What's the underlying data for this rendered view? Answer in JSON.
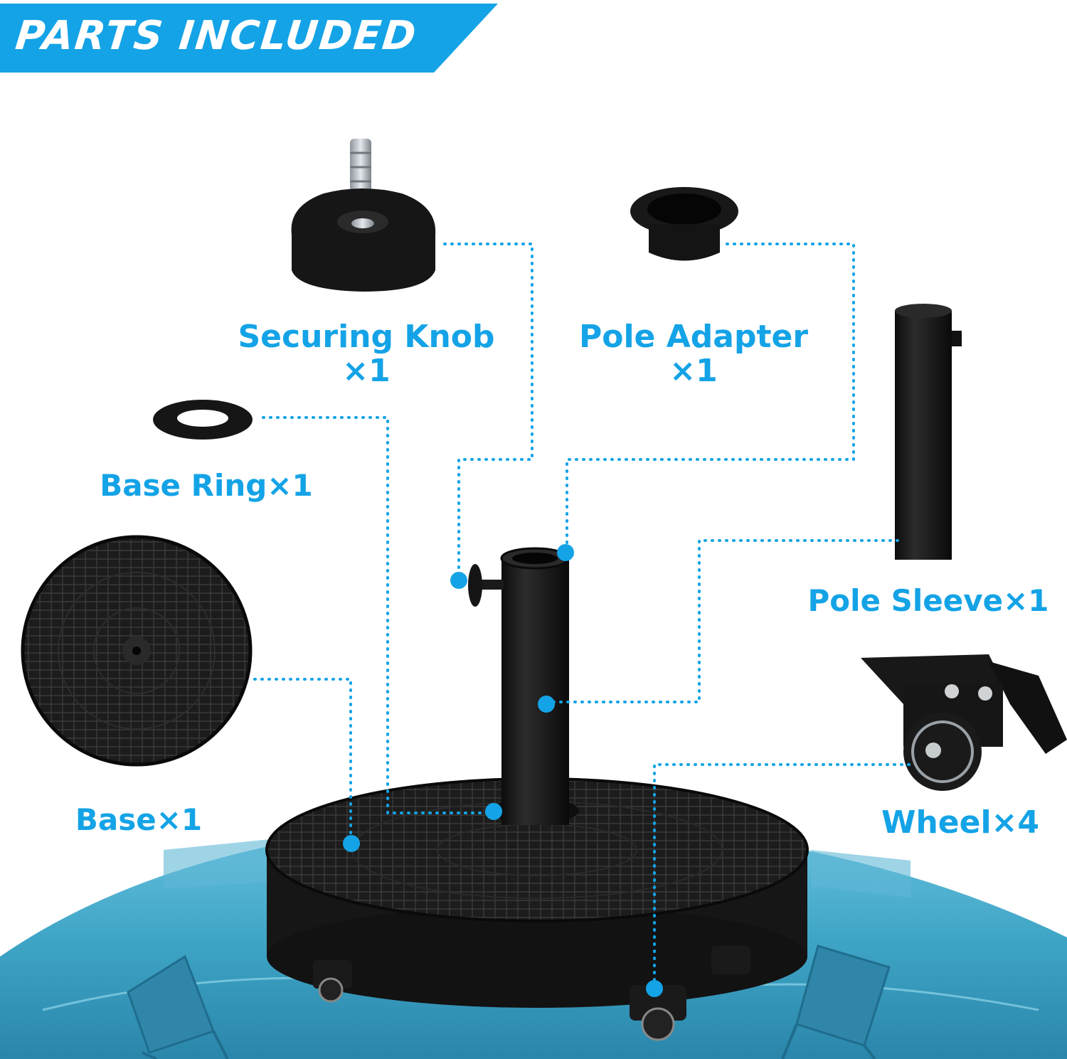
{
  "banner": {
    "title": "PARTS INCLUDED"
  },
  "colors": {
    "accent": "#14a3e6",
    "part": "#161616",
    "pool": "#3fa5c6",
    "background": "#ffffff"
  },
  "parts": [
    {
      "id": "securing-knob",
      "line1": "Securing Knob",
      "line2": "×1"
    },
    {
      "id": "pole-adapter",
      "line1": "Pole Adapter",
      "line2": "×1"
    },
    {
      "id": "base-ring",
      "line1": "Base Ring×1"
    },
    {
      "id": "pole-sleeve",
      "line1": "Pole Sleeve×1"
    },
    {
      "id": "base",
      "line1": "Base×1"
    },
    {
      "id": "wheel",
      "line1": "Wheel×4"
    }
  ]
}
